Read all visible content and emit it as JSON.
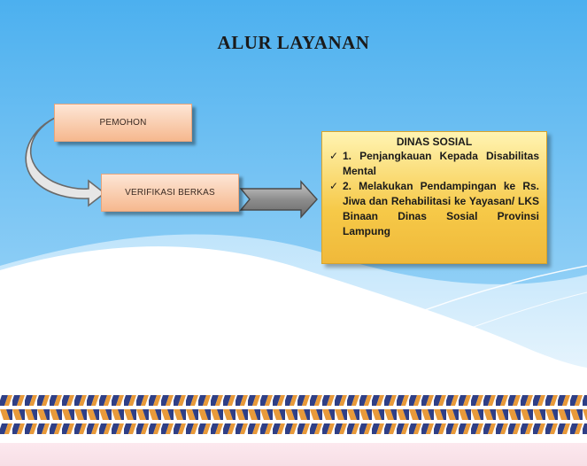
{
  "title": "ALUR LAYANAN",
  "steps": [
    {
      "label": "PEMOHON"
    },
    {
      "label": "VERIFIKASI BERKAS"
    }
  ],
  "info_box": {
    "title": "DINAS SOSIAL",
    "items": [
      "1. Penjangkauan Kepada Disabilitas Mental",
      "2. Melakukan Pendampingan ke Rs. Jiwa dan Rehabilitasi ke Yayasan/ LKS Binaan Dinas Sosial Provinsi Lampung"
    ]
  },
  "colors": {
    "sky_top": "#4fb3f0",
    "sky_bottom": "#9ad3f7",
    "step_fill": "#f6b88e",
    "info_fill": "#f6c948",
    "arrow_fill": "#8a8a8a",
    "band_orange": "#e89a3a",
    "band_navy": "#2f3f86"
  },
  "icons": [
    "curved-arrow-icon",
    "right-arrow-icon",
    "check-icon"
  ]
}
